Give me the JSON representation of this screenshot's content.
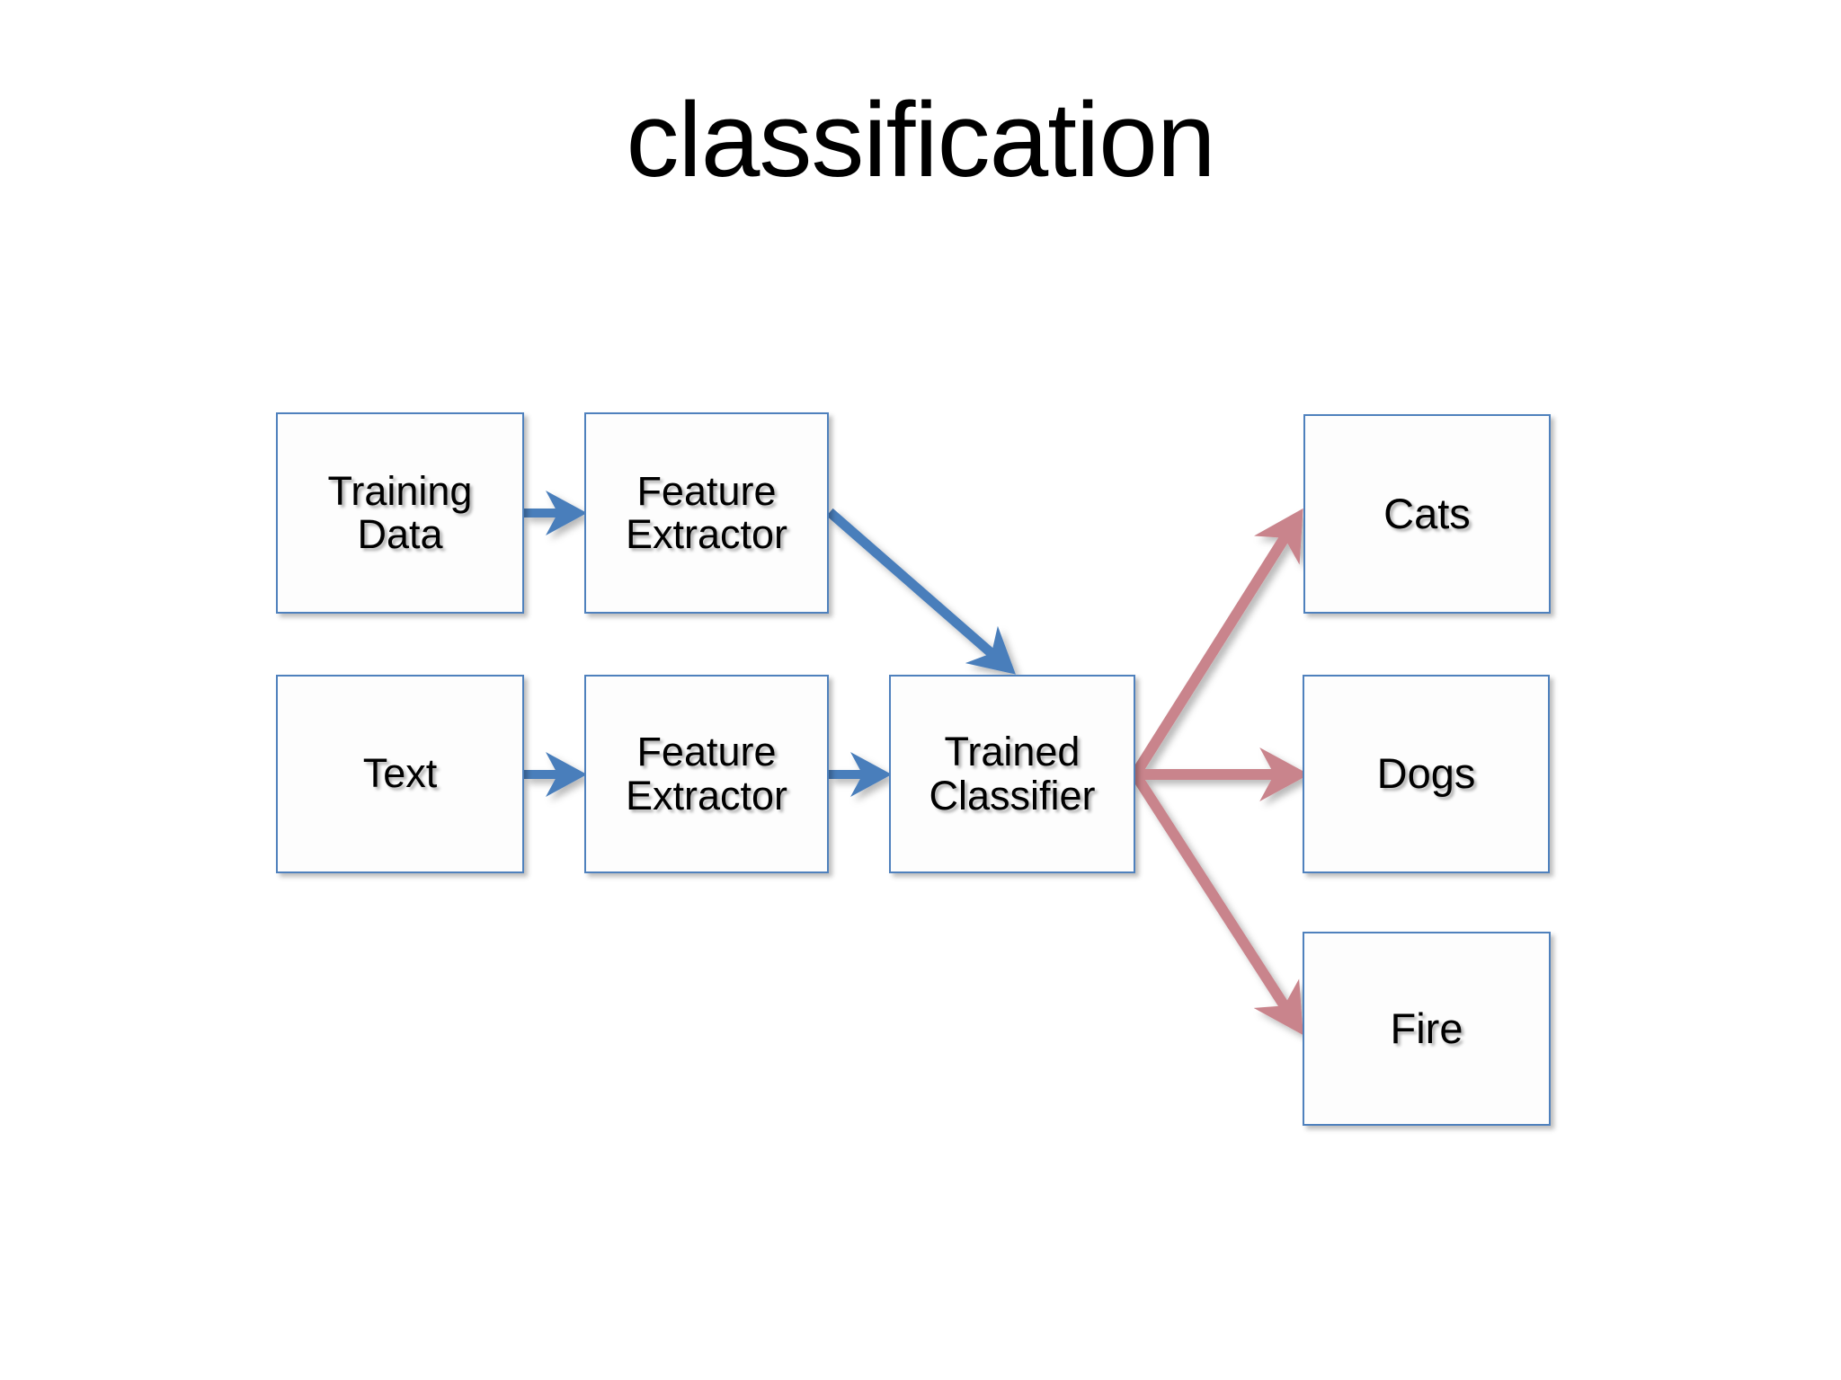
{
  "slide": {
    "title": "classification",
    "background_color": "#ffffff"
  },
  "theme": {
    "box_border_color": "#4f81bd",
    "box_fill_color": "#fdfdfd",
    "blue_arrow_color": "#4a7ebb",
    "red_arrow_color": "#c9848c",
    "text_color": "#000000"
  },
  "diagram": {
    "type": "flowchart",
    "nodes": [
      {
        "id": "training-data",
        "label": "Training\nData",
        "column": 1,
        "row": 1
      },
      {
        "id": "feature-extractor-1",
        "label": "Feature\nExtractor",
        "column": 2,
        "row": 1
      },
      {
        "id": "text",
        "label": "Text",
        "column": 1,
        "row": 2
      },
      {
        "id": "feature-extractor-2",
        "label": "Feature\nExtractor",
        "column": 2,
        "row": 2
      },
      {
        "id": "trained-classifier",
        "label": "Trained\nClassifier",
        "column": 3,
        "row": 2
      },
      {
        "id": "cats",
        "label": "Cats",
        "column": 4,
        "row": 1
      },
      {
        "id": "dogs",
        "label": "Dogs",
        "column": 4,
        "row": 2
      },
      {
        "id": "fire",
        "label": "Fire",
        "column": 4,
        "row": 3
      }
    ],
    "edges": [
      {
        "from": "training-data",
        "to": "feature-extractor-1",
        "color": "blue"
      },
      {
        "from": "feature-extractor-1",
        "to": "trained-classifier",
        "color": "blue"
      },
      {
        "from": "text",
        "to": "feature-extractor-2",
        "color": "blue"
      },
      {
        "from": "feature-extractor-2",
        "to": "trained-classifier",
        "color": "blue"
      },
      {
        "from": "trained-classifier",
        "to": "cats",
        "color": "red"
      },
      {
        "from": "trained-classifier",
        "to": "dogs",
        "color": "red"
      },
      {
        "from": "trained-classifier",
        "to": "fire",
        "color": "red"
      }
    ]
  }
}
